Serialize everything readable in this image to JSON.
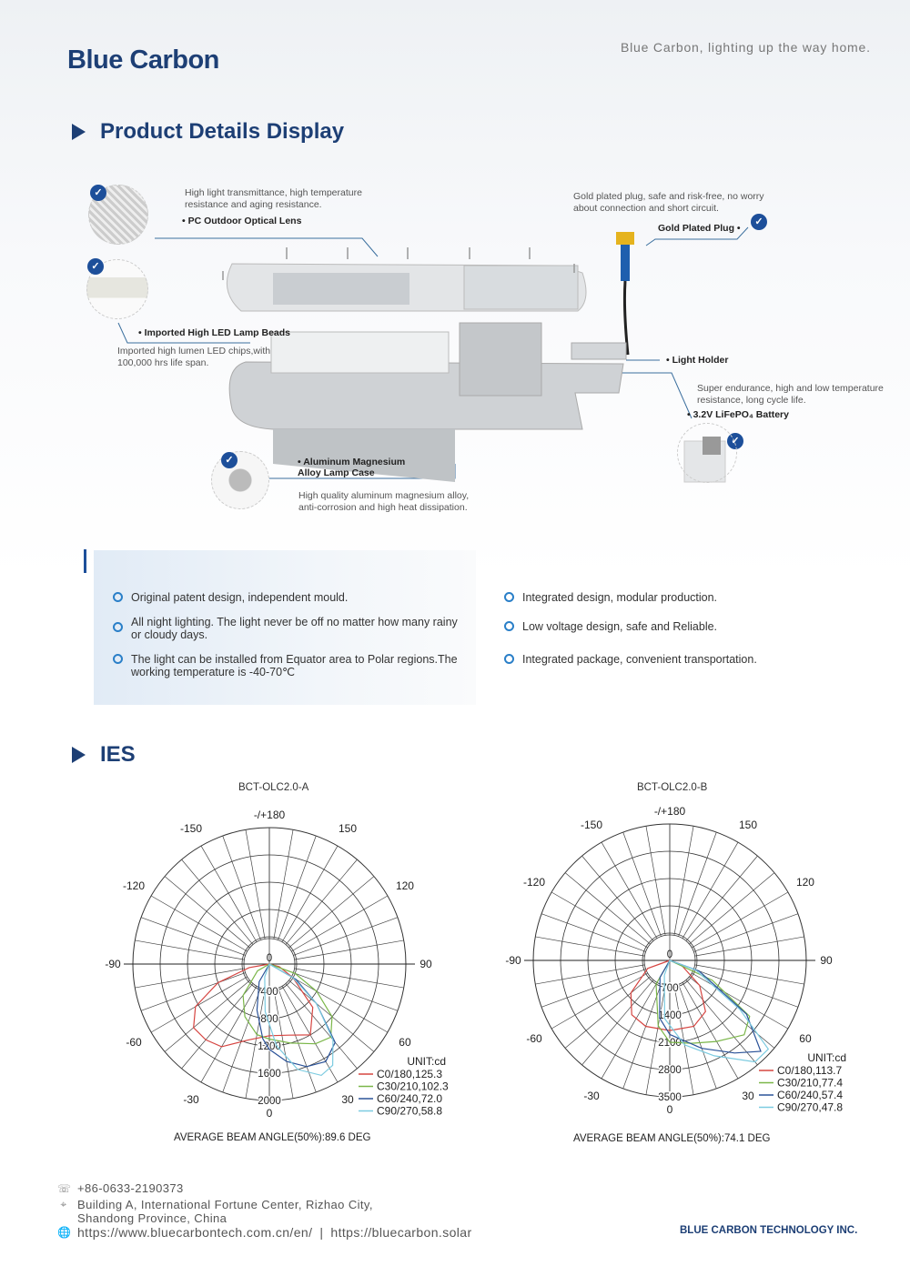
{
  "header": {
    "logo": "Blue Carbon",
    "tagline": "Blue Carbon, lighting up the way home."
  },
  "product": {
    "heading": "Product Details Display",
    "callouts": [
      {
        "title": "PC Outdoor Optical Lens",
        "desc": "High light transmittance, high temperature resistance and aging resistance."
      },
      {
        "title": "Imported High LED Lamp Beads",
        "desc": "Imported high lumen LED chips,with 100,000 hrs life span."
      },
      {
        "title": "Aluminum Magnesium Alloy Lamp Case",
        "desc": "High quality aluminum magnesium alloy, anti-corrosion and high heat dissipation."
      },
      {
        "title": "Gold Plated Plug",
        "desc": "Gold plated plug, safe and risk-free, no worry about connection and short circuit."
      },
      {
        "title": "Light Holder",
        "desc": ""
      },
      {
        "title": "3.2V LiFePO₄ Battery",
        "desc": "Super endurance, high and low temperature resistance, long cycle life."
      }
    ]
  },
  "features": {
    "left": [
      "Original patent design, independent mould.",
      "All night lighting. The light never be off no matter how many rainy or cloudy days.",
      "The light can be installed from Equator area to Polar regions.The working temperature is -40-70℃"
    ],
    "right": [
      "Integrated design, modular production.",
      "Low voltage design, safe and Reliable.",
      "Integrated package, convenient transportation."
    ]
  },
  "ies": {
    "heading": "IES"
  },
  "chart_data": [
    {
      "type": "polar",
      "title": "BCT-OLC2.0-A",
      "unit": "UNIT:cd",
      "rmax": 2000,
      "ring_labels": [
        "400",
        "800",
        "1200",
        "1600",
        "2000"
      ],
      "rings": [
        400,
        800,
        1200,
        1600,
        2000
      ],
      "angle_labels": [
        "-/+180",
        "150",
        "120",
        "90",
        "60",
        "30",
        "0",
        "-30",
        "-60",
        "-90",
        "-120",
        "-150"
      ],
      "center_label": "0",
      "beam_angle": "AVERAGE BEAM ANGLE(50%):89.6 DEG",
      "series": [
        {
          "name": "C0/180,125.3",
          "color": "#d64541",
          "points": [
            [
              -90,
              0
            ],
            [
              -80,
              300
            ],
            [
              -70,
              800
            ],
            [
              -60,
              1250
            ],
            [
              -50,
              1450
            ],
            [
              -40,
              1450
            ],
            [
              -30,
              1400
            ],
            [
              -15,
              1150
            ],
            [
              0,
              1050
            ],
            [
              15,
              1080
            ],
            [
              30,
              1200
            ],
            [
              45,
              900
            ],
            [
              60,
              400
            ],
            [
              75,
              150
            ],
            [
              90,
              0
            ]
          ]
        },
        {
          "name": "C30/210,102.3",
          "color": "#7ab648",
          "points": [
            [
              -90,
              0
            ],
            [
              -60,
              200
            ],
            [
              -40,
              600
            ],
            [
              -25,
              850
            ],
            [
              -10,
              1050
            ],
            [
              0,
              1100
            ],
            [
              15,
              1200
            ],
            [
              30,
              1350
            ],
            [
              40,
              1400
            ],
            [
              50,
              1200
            ],
            [
              60,
              800
            ],
            [
              70,
              400
            ],
            [
              90,
              0
            ]
          ]
        },
        {
          "name": "C60/240,72.0",
          "color": "#2a5298",
          "points": [
            [
              -90,
              0
            ],
            [
              -30,
              300
            ],
            [
              -15,
              700
            ],
            [
              -5,
              1100
            ],
            [
              0,
              1250
            ],
            [
              10,
              1450
            ],
            [
              20,
              1600
            ],
            [
              30,
              1650
            ],
            [
              40,
              1500
            ],
            [
              50,
              900
            ],
            [
              60,
              450
            ],
            [
              90,
              0
            ]
          ]
        },
        {
          "name": "C90/270,58.8",
          "color": "#7ccbe0",
          "points": [
            [
              -90,
              0
            ],
            [
              -20,
              200
            ],
            [
              -5,
              700
            ],
            [
              5,
              1200
            ],
            [
              15,
              1600
            ],
            [
              25,
              1800
            ],
            [
              32,
              1750
            ],
            [
              40,
              1450
            ],
            [
              50,
              900
            ],
            [
              60,
              400
            ],
            [
              90,
              0
            ]
          ]
        }
      ]
    },
    {
      "type": "polar",
      "title": "BCT-OLC2.0-B",
      "unit": "UNIT:cd",
      "rmax": 3500,
      "ring_labels": [
        "700",
        "1400",
        "2100",
        "2800",
        "3500"
      ],
      "rings": [
        700,
        1400,
        2100,
        2800,
        3500
      ],
      "angle_labels": [
        "-/+180",
        "150",
        "120",
        "90",
        "60",
        "30",
        "0",
        "-30",
        "-60",
        "-90",
        "-120",
        "-150"
      ],
      "center_label": "0",
      "beam_angle": "AVERAGE BEAM ANGLE(50%):74.1 DEG",
      "series": [
        {
          "name": "C0/180,113.7",
          "color": "#d64541",
          "points": [
            [
              -90,
              0
            ],
            [
              -70,
              600
            ],
            [
              -50,
              1300
            ],
            [
              -35,
              1700
            ],
            [
              -20,
              1800
            ],
            [
              0,
              1800
            ],
            [
              20,
              1800
            ],
            [
              35,
              1600
            ],
            [
              50,
              1000
            ],
            [
              70,
              300
            ],
            [
              90,
              0
            ]
          ]
        },
        {
          "name": "C30/210,77.4",
          "color": "#7ab648",
          "points": [
            [
              -90,
              0
            ],
            [
              -30,
              700
            ],
            [
              -10,
              1700
            ],
            [
              0,
              2100
            ],
            [
              15,
              2200
            ],
            [
              30,
              2400
            ],
            [
              45,
              2700
            ],
            [
              55,
              2500
            ],
            [
              65,
              1200
            ],
            [
              90,
              0
            ]
          ]
        },
        {
          "name": "C60/240,57.4",
          "color": "#2a5298",
          "points": [
            [
              -90,
              0
            ],
            [
              -30,
              500
            ],
            [
              -10,
              1500
            ],
            [
              0,
              1900
            ],
            [
              20,
              2400
            ],
            [
              35,
              2900
            ],
            [
              45,
              3300
            ],
            [
              55,
              2400
            ],
            [
              70,
              800
            ],
            [
              90,
              0
            ]
          ]
        },
        {
          "name": "C90/270,47.8",
          "color": "#7ccbe0",
          "points": [
            [
              -90,
              0
            ],
            [
              -20,
              400
            ],
            [
              -5,
              1500
            ],
            [
              10,
              2200
            ],
            [
              25,
              2700
            ],
            [
              40,
              3400
            ],
            [
              48,
              3400
            ],
            [
              55,
              2200
            ],
            [
              70,
              700
            ],
            [
              90,
              0
            ]
          ]
        }
      ]
    }
  ],
  "footer": {
    "phone": "+86-0633-2190373",
    "address_line1": "Building A, International Fortune Center,  Rizhao City,",
    "address_line2": "Shandong Province, China",
    "website1": "https://www.bluecarbontech.com.cn/en/",
    "separator": "|",
    "website2": "https://bluecarbon.solar",
    "company": "BLUE CARBON TECHNOLOGY INC."
  }
}
